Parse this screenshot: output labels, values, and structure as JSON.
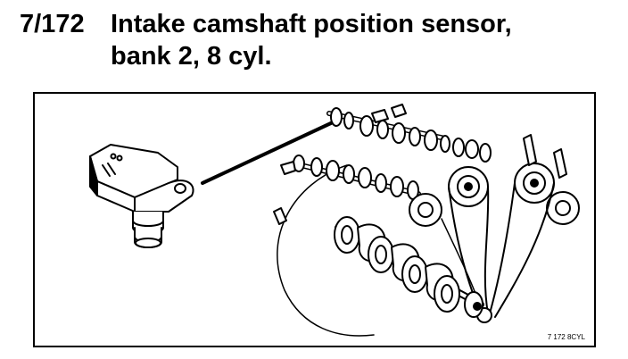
{
  "heading": {
    "ref": "7/172",
    "title_line1": "Intake camshaft position sensor,",
    "title_line2": "bank 2, 8 cyl."
  },
  "figure": {
    "code": "7  172  8CYL"
  }
}
